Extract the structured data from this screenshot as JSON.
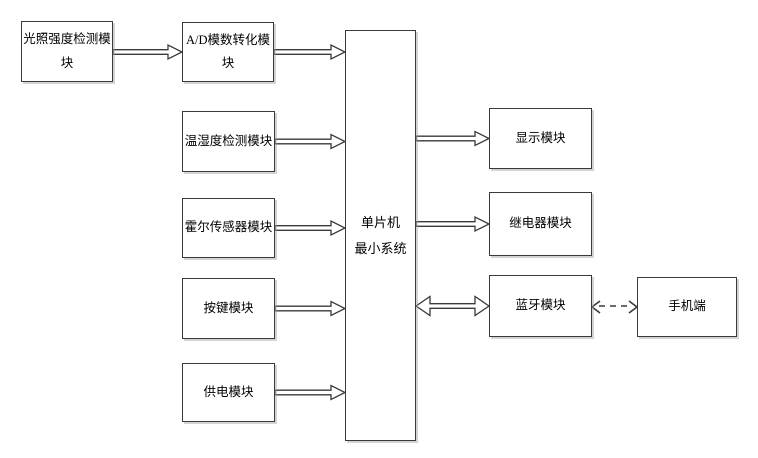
{
  "diagram": {
    "type": "block-diagram",
    "colors": {
      "line": "#3a3a3a",
      "background": "#ffffff",
      "text": "#000000"
    },
    "nodes": {
      "light": {
        "label": "光照强度检测模块"
      },
      "ad": {
        "label": "A/D模数转化模块"
      },
      "temp": {
        "label": "温湿度检测模块"
      },
      "hall": {
        "label": "霍尔传感器模块"
      },
      "key": {
        "label": "按键模块"
      },
      "power": {
        "label": "供电模块"
      },
      "mcu": {
        "label": "单片机最小系统",
        "lines": [
          "单片机",
          "最小系统"
        ]
      },
      "display": {
        "label": "显示模块"
      },
      "relay": {
        "label": "继电器模块"
      },
      "bt": {
        "label": "蓝牙模块"
      },
      "phone": {
        "label": "手机端"
      }
    },
    "edges": [
      {
        "from": "light",
        "to": "ad",
        "style": "solid",
        "direction": "right"
      },
      {
        "from": "ad",
        "to": "mcu",
        "style": "solid",
        "direction": "right"
      },
      {
        "from": "temp",
        "to": "mcu",
        "style": "solid",
        "direction": "right"
      },
      {
        "from": "hall",
        "to": "mcu",
        "style": "solid",
        "direction": "right"
      },
      {
        "from": "key",
        "to": "mcu",
        "style": "solid",
        "direction": "right"
      },
      {
        "from": "power",
        "to": "mcu",
        "style": "solid",
        "direction": "right"
      },
      {
        "from": "mcu",
        "to": "display",
        "style": "solid",
        "direction": "right"
      },
      {
        "from": "mcu",
        "to": "relay",
        "style": "solid",
        "direction": "right"
      },
      {
        "from": "mcu",
        "to": "bt",
        "style": "solid",
        "direction": "both"
      },
      {
        "from": "bt",
        "to": "phone",
        "style": "dashed",
        "direction": "both"
      }
    ]
  }
}
